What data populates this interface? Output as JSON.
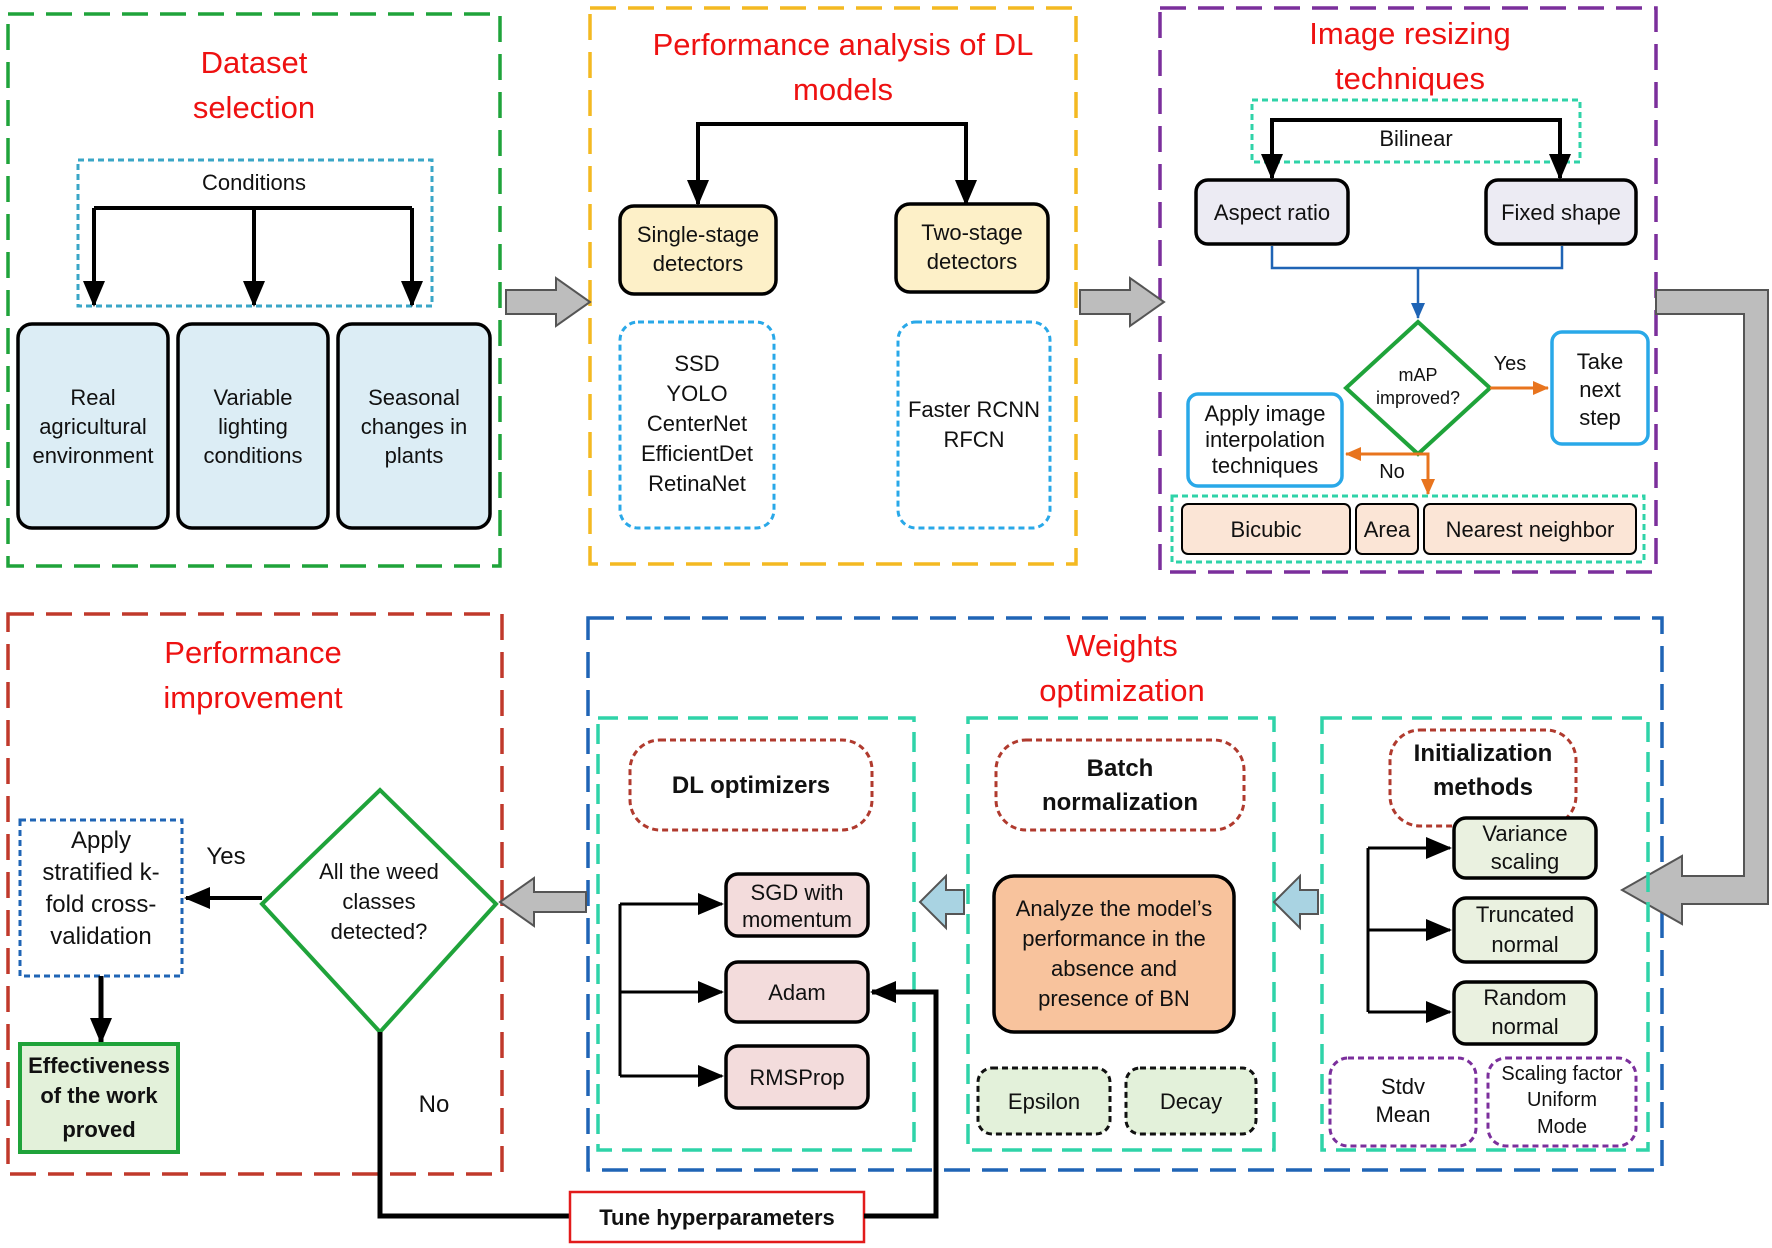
{
  "sections": {
    "dataset": {
      "title": [
        "Dataset",
        "selection"
      ],
      "conditions": "Conditions",
      "items": [
        [
          "Real",
          "agricultural",
          "environment"
        ],
        [
          "Variable",
          "lighting",
          "conditions"
        ],
        [
          "Seasonal",
          "changes in",
          "plants"
        ]
      ]
    },
    "models": {
      "title": [
        "Performance analysis of DL",
        "models"
      ],
      "single": [
        "Single-stage",
        "detectors"
      ],
      "two": [
        "Two-stage",
        "detectors"
      ],
      "single_list": [
        "SSD",
        "YOLO",
        "CenterNet",
        "EfficientDet",
        "RetinaNet"
      ],
      "two_list": [
        "Faster RCNN",
        "RFCN"
      ]
    },
    "resize": {
      "title": [
        "Image resizing",
        "techniques"
      ],
      "bilinear": "Bilinear",
      "aspect": "Aspect ratio",
      "fixed": "Fixed shape",
      "decision": [
        "mAP",
        "improved?"
      ],
      "yes": "Yes",
      "no": "No",
      "next": [
        "Take",
        "next",
        "step"
      ],
      "interp": [
        "Apply image",
        "interpolation",
        "techniques"
      ],
      "methods": [
        "Bicubic",
        "Area",
        "Nearest neighbor"
      ]
    },
    "weights": {
      "title": [
        "Weights",
        "optimization"
      ],
      "optimizers": {
        "header": "DL optimizers",
        "items": [
          [
            "SGD with",
            "momentum"
          ],
          [
            "Adam"
          ],
          [
            "RMSProp"
          ]
        ]
      },
      "batch": {
        "header": [
          "Batch",
          "normalization"
        ],
        "analyze": [
          "Analyze the model’s",
          "performance in the",
          "absence and",
          "presence of BN"
        ],
        "params": [
          "Epsilon",
          "Decay"
        ]
      },
      "init": {
        "header": [
          "Initialization",
          "methods"
        ],
        "items": [
          [
            "Variance",
            "scaling"
          ],
          [
            "Truncated",
            "normal"
          ],
          [
            "Random",
            "normal"
          ]
        ],
        "params_a": [
          "Stdv",
          "Mean"
        ],
        "params_b": [
          "Scaling factor",
          "Uniform",
          "Mode"
        ]
      }
    },
    "improve": {
      "title": [
        "Performance",
        "improvement"
      ],
      "decision": [
        "All the weed",
        "classes",
        "detected?"
      ],
      "yes": "Yes",
      "no": "No",
      "stratified": [
        "Apply",
        "stratified k-",
        "fold cross-",
        "validation"
      ],
      "effective": [
        "Effectiveness",
        "of the work",
        "proved"
      ],
      "tune": "Tune hyperparameters"
    }
  },
  "colors": {
    "green": "#1fa33a",
    "yellow": "#f4b921",
    "purple": "#7b2f9c",
    "red": "#c0392b",
    "blue": "#1f64b5",
    "teal": "#2fd3a8",
    "title": "#ee1111",
    "lightblue": "#dcedf5",
    "cream": "#fdf0c8",
    "lavender": "#ecebf3",
    "peach": "#fbe5d6",
    "pink": "#f3dcdc",
    "orange": "#f8c39d",
    "mint": "#e3f1da",
    "honeydew": "#eaf1e0",
    "grayarrow": "#bdbdbd",
    "cyanarrow": "#a9d3e2"
  }
}
